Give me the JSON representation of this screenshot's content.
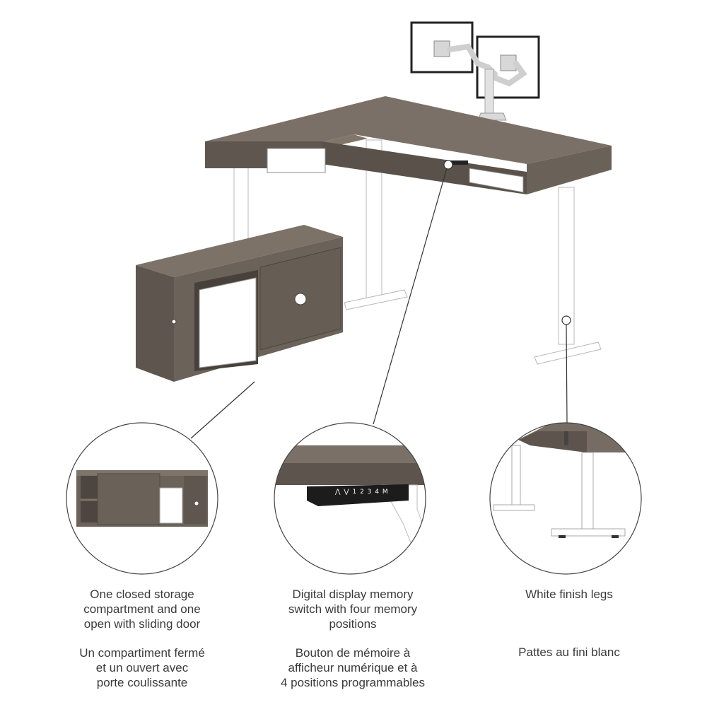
{
  "colors": {
    "wood": "#6e655c",
    "wood_dark": "#5b534b",
    "wood_light": "#837970",
    "legs": "#ffffff",
    "outline": "#3a3a3a",
    "text": "#3a3a3a"
  },
  "features": [
    {
      "en": [
        "One closed storage",
        "compartment and one",
        "open with sliding door"
      ],
      "fr": [
        "Un compartiment fermé",
        "et un ouvert avec",
        "porte coulissante"
      ]
    },
    {
      "en": [
        "Digital display memory",
        "switch with four memory",
        "positions"
      ],
      "fr": [
        "Bouton de mémoire à",
        "afficheur numérique et à",
        "4 positions programmables"
      ]
    },
    {
      "en": [
        "White finish legs"
      ],
      "fr": [
        "Pattes au fini blanc"
      ]
    }
  ],
  "keypad": {
    "glyphs": "⋀ ⋁ 1 2 3 4 M"
  }
}
